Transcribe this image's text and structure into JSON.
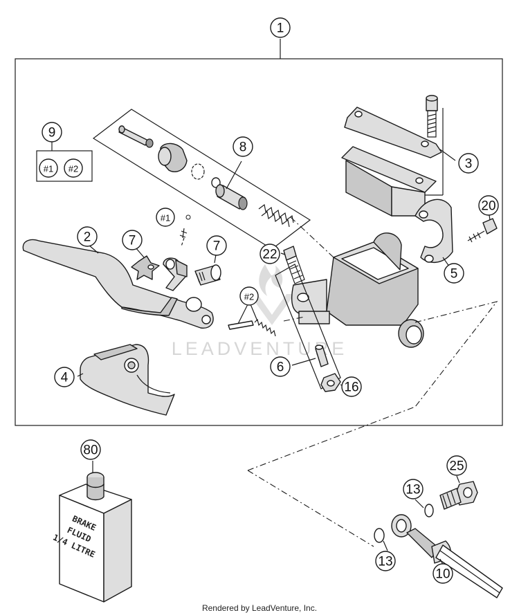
{
  "callouts": {
    "c1": "1",
    "c2": "2",
    "c3": "3",
    "c4": "4",
    "c5": "5",
    "c6": "6",
    "c7a": "7",
    "c7b": "7",
    "c8": "8",
    "c9": "9",
    "c10": "10",
    "c13a": "13",
    "c13b": "13",
    "c16": "16",
    "c20": "20",
    "c22": "22",
    "c25": "25",
    "c80": "80",
    "s1_box": "#1",
    "s2_box": "#2",
    "s1_part": "#1",
    "s2_part": "#2"
  },
  "fluid_label": [
    "BRAKE",
    "FLUID",
    "1/4 LITRE"
  ],
  "watermark": "LEADVENTURE",
  "footer": "Rendered by LeadVenture, Inc."
}
